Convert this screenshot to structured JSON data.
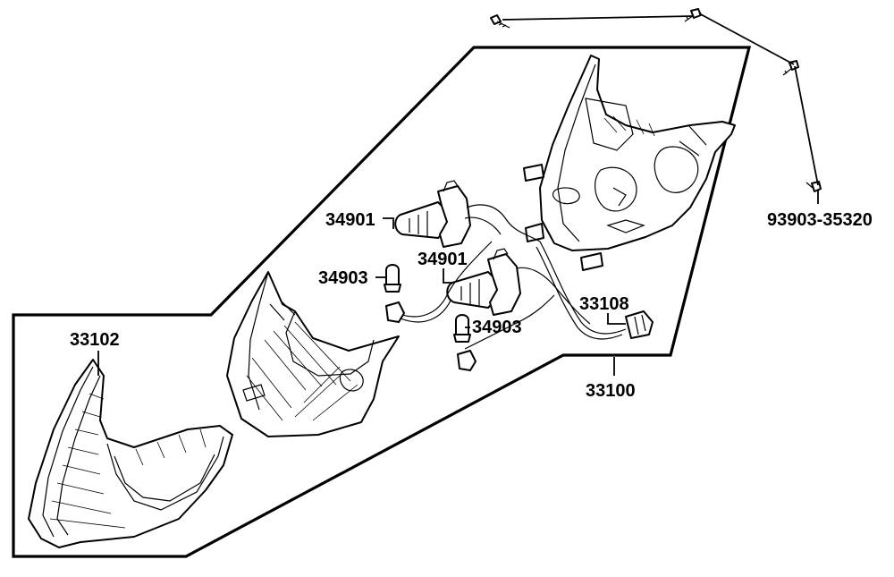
{
  "labels": {
    "p93903": "93903-35320",
    "p34901a": "34901",
    "p34901b": "34901",
    "p34903a": "34903",
    "p34903b": "34903",
    "p33108": "33108",
    "p33102": "33102",
    "p33100": "33100"
  },
  "colors": {
    "ink": "#000000",
    "paper": "#ffffff"
  }
}
